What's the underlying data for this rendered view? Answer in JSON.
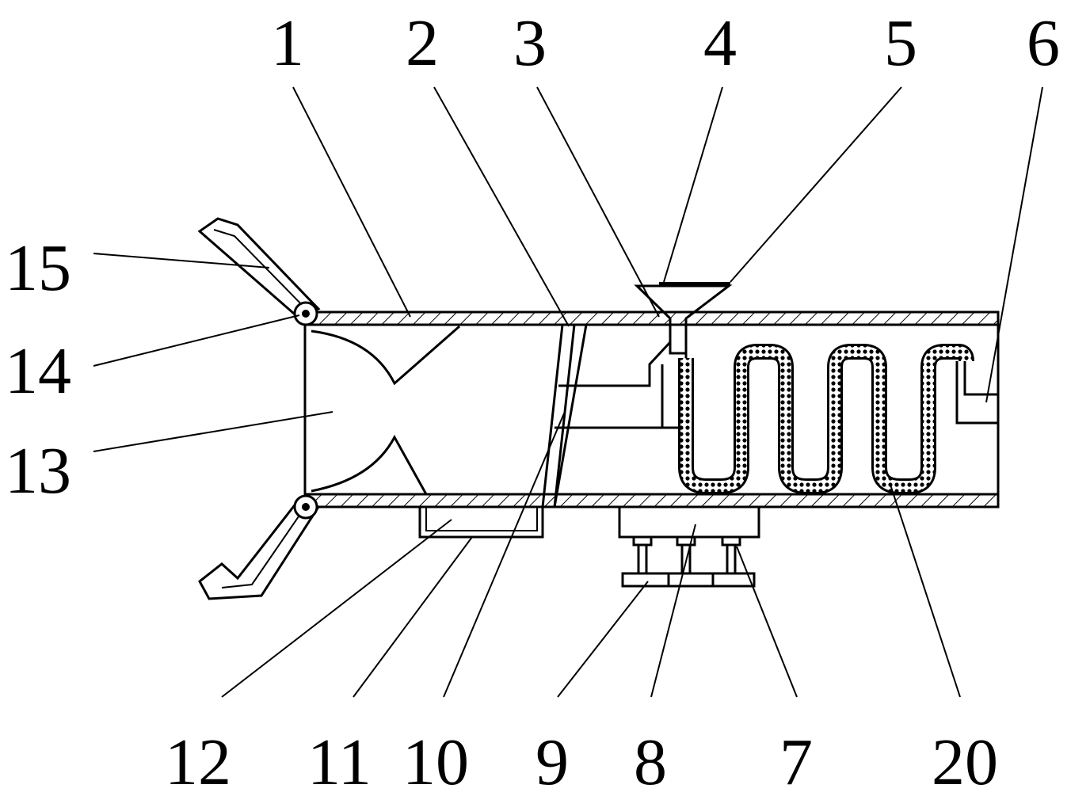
{
  "diagram": {
    "labels": {
      "l1": "1",
      "l2": "2",
      "l3": "3",
      "l4": "4",
      "l5": "5",
      "l6": "6",
      "l7": "7",
      "l8": "8",
      "l9": "9",
      "l10": "10",
      "l11": "11",
      "l12": "12",
      "l13": "13",
      "l14": "14",
      "l15": "15",
      "l20": "20"
    }
  }
}
